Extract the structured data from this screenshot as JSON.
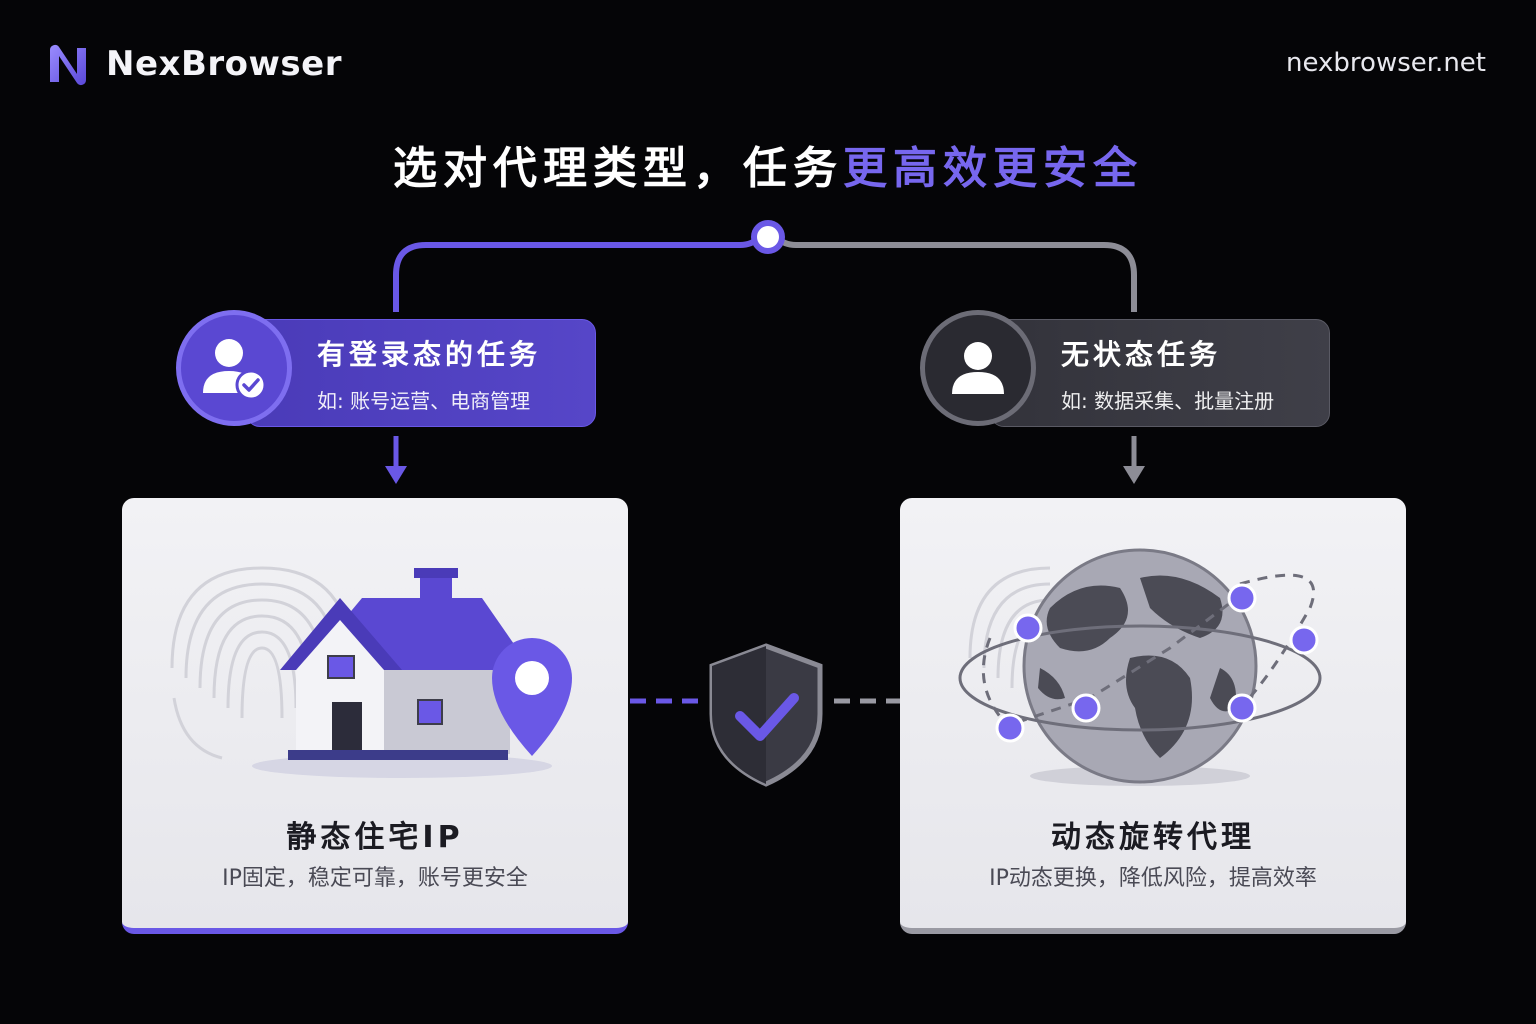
{
  "brand": {
    "name": "NexBrowser",
    "url": "nexbrowser.net"
  },
  "headline": {
    "main": "选对代理类型，任务",
    "accent": "更高效更安全"
  },
  "left": {
    "task_title": "有登录态的任务",
    "task_example": "如: 账号运营、电商管理",
    "proxy_title": "静态住宅IP",
    "proxy_desc": "IP固定，稳定可靠，账号更安全"
  },
  "right": {
    "task_title": "无状态任务",
    "task_example": "如: 数据采集、批量注册",
    "proxy_title": "动态旋转代理",
    "proxy_desc": "IP动态更换，降低风险，提高效率"
  },
  "colors": {
    "accent": "#6a58e6",
    "accent_dark": "#4a3bb8",
    "gray": "#4b4b55",
    "bg": "#050507"
  },
  "icons": [
    "logo-n-icon",
    "user-check-icon",
    "user-icon",
    "house-icon",
    "location-pin-icon",
    "fingerprint-icon",
    "shield-check-icon",
    "globe-icon"
  ]
}
